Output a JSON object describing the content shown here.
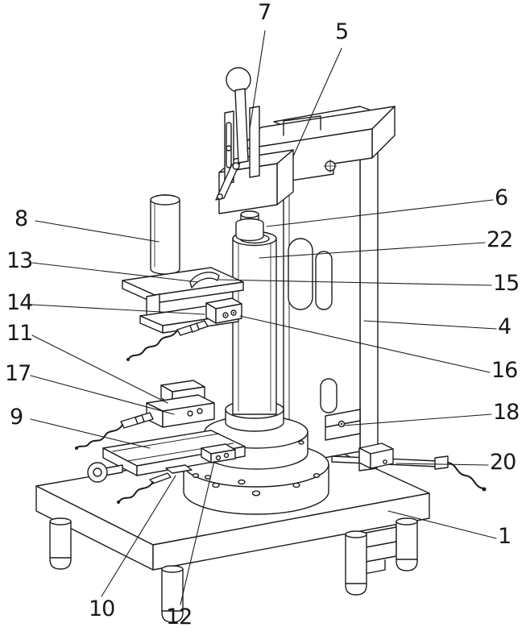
{
  "figure": {
    "background": "#ffffff",
    "line_color": "#1c1c1c",
    "description": "Patent-style isometric line drawing of a lever-operated press / measurement fixture on a footed base plate, with numbered part callouts and leader lines"
  },
  "callouts": {
    "n1": "1",
    "n4": "4",
    "n5": "5",
    "n6": "6",
    "n7": "7",
    "n8": "8",
    "n9": "9",
    "n10": "10",
    "n11": "11",
    "n12": "12",
    "n13": "13",
    "n14": "14",
    "n15": "15",
    "n16": "16",
    "n17": "17",
    "n18": "18",
    "n20": "20",
    "n22": "22"
  }
}
